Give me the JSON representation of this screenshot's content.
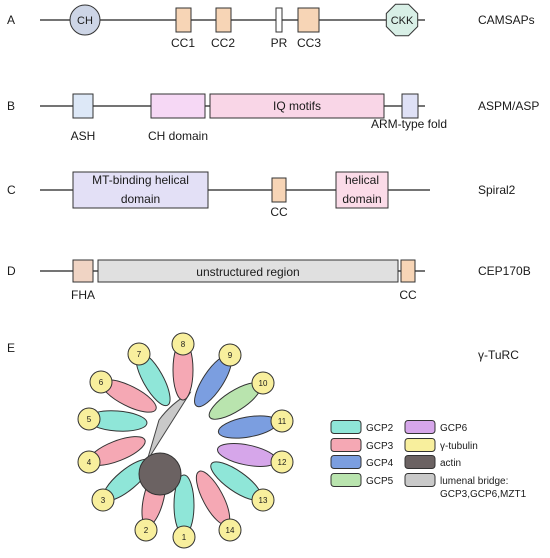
{
  "colors": {
    "ch": "#cdd5e6",
    "cc": "#f7d5b6",
    "ckk": "#d8efe6",
    "ash": "#dde8f7",
    "ch_domain": "#f6d8f5",
    "iq": "#f9d6e7",
    "arm": "#dfe1f6",
    "mt_binding": "#e3e0f6",
    "helical": "#fbdbe8",
    "fha": "#f0d4c4",
    "unstructured": "#e0e0e0",
    "gcp2": "#8fe6d8",
    "gcp3": "#f5a8b4",
    "gcp4": "#7b9ee0",
    "gcp5": "#b9e4ae",
    "gcp6": "#d6a6ea",
    "gamma_tubulin": "#f8ef9d",
    "actin": "#6b6262",
    "lumenal_bridge": "#c9c9c9"
  },
  "panels": [
    {
      "letter": "A",
      "name": "CAMSAPs",
      "domains": [
        {
          "id": "ch",
          "label": "CH",
          "shape": "circle",
          "color": "ch"
        },
        {
          "id": "cc1",
          "label": "CC1",
          "shape": "rect",
          "color": "cc"
        },
        {
          "id": "cc2",
          "label": "CC2",
          "shape": "rect",
          "color": "cc"
        },
        {
          "id": "pr",
          "label": "PR",
          "shape": "rect",
          "color": "white"
        },
        {
          "id": "cc3",
          "label": "CC3",
          "shape": "rect",
          "color": "cc"
        },
        {
          "id": "ckk",
          "label": "CKK",
          "shape": "octagon",
          "color": "ckk"
        }
      ]
    },
    {
      "letter": "B",
      "name": "ASPM/ASP",
      "domains": [
        {
          "id": "ash",
          "label": "ASH",
          "shape": "rect",
          "color": "ash"
        },
        {
          "id": "ch-domain",
          "label": "CH domain",
          "shape": "rect",
          "color": "ch_domain"
        },
        {
          "id": "iq-motifs",
          "label": "IQ motifs",
          "shape": "rect",
          "color": "iq"
        },
        {
          "id": "arm-type-fold",
          "label": "ARM-type fold",
          "shape": "rect",
          "color": "arm"
        }
      ]
    },
    {
      "letter": "C",
      "name": "Spiral2",
      "domains": [
        {
          "id": "mt-binding",
          "label": "MT-binding helical domain",
          "label_lines": [
            "MT-binding helical",
            "domain"
          ],
          "shape": "rect",
          "color": "mt_binding"
        },
        {
          "id": "cc",
          "label": "CC",
          "shape": "rect",
          "color": "cc"
        },
        {
          "id": "helical-domain",
          "label": "helical domain",
          "label_lines": [
            "helical",
            "domain"
          ],
          "shape": "rect",
          "color": "helical"
        }
      ]
    },
    {
      "letter": "D",
      "name": "CEP170B",
      "domains": [
        {
          "id": "fha",
          "label": "FHA",
          "shape": "rect",
          "color": "fha"
        },
        {
          "id": "unstructured",
          "label": "unstructured region",
          "shape": "rect",
          "color": "unstructured"
        },
        {
          "id": "cc",
          "label": "CC",
          "shape": "rect",
          "color": "cc"
        }
      ]
    }
  ],
  "panel_e": {
    "letter": "E",
    "name": "γ-TuRC",
    "spokes": [
      {
        "number": "1",
        "protein": "gcp2"
      },
      {
        "number": "2",
        "protein": "gcp3"
      },
      {
        "number": "3",
        "protein": "gcp2"
      },
      {
        "number": "4",
        "protein": "gcp3"
      },
      {
        "number": "5",
        "protein": "gcp2"
      },
      {
        "number": "6",
        "protein": "gcp3"
      },
      {
        "number": "7",
        "protein": "gcp2"
      },
      {
        "number": "8",
        "protein": "gcp3"
      },
      {
        "number": "9",
        "protein": "gcp4"
      },
      {
        "number": "10",
        "protein": "gcp5"
      },
      {
        "number": "11",
        "protein": "gcp4"
      },
      {
        "number": "12",
        "protein": "gcp6"
      },
      {
        "number": "13",
        "protein": "gcp2"
      },
      {
        "number": "14",
        "protein": "gcp3"
      }
    ],
    "legend": [
      {
        "label": "GCP2",
        "color": "gcp2"
      },
      {
        "label": "GCP3",
        "color": "gcp3"
      },
      {
        "label": "GCP4",
        "color": "gcp4"
      },
      {
        "label": "GCP5",
        "color": "gcp5"
      },
      {
        "label": "GCP6",
        "color": "gcp6"
      },
      {
        "label": "γ-tubulin",
        "color": "gamma_tubulin"
      },
      {
        "label": "actin",
        "color": "actin"
      },
      {
        "label": "lumenal bridge: GCP3,GCP6,MZT1",
        "label_lines": [
          "lumenal bridge:",
          "GCP3,GCP6,MZT1"
        ],
        "color": "lumenal_bridge"
      }
    ]
  }
}
